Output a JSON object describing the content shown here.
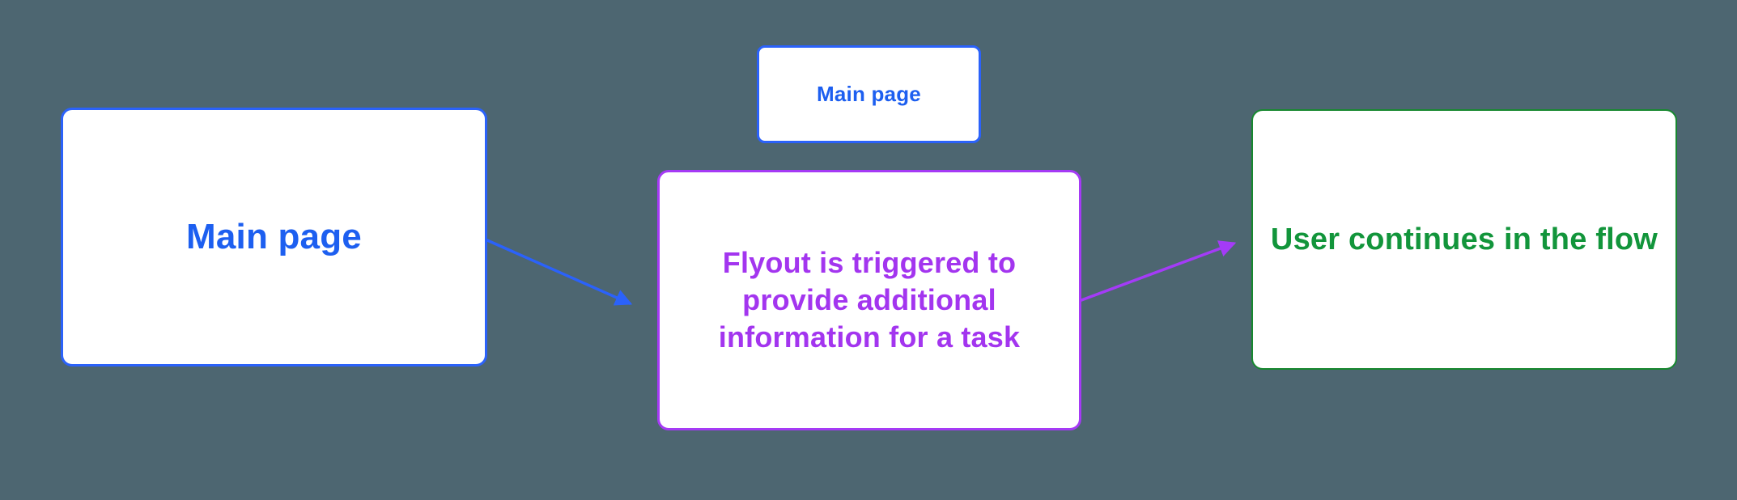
{
  "canvas": {
    "background_color": "#4d6671"
  },
  "nodes": {
    "main_page": {
      "label": "Main page",
      "text_color": "#1d5ff0",
      "border_color": "#2b62fa",
      "fill_color": "#ffffff"
    },
    "main_page_small": {
      "label": "Main page",
      "text_color": "#1d5ff0",
      "border_color": "#2b62fa",
      "fill_color": "#ffffff"
    },
    "flyout": {
      "label": "Flyout is triggered to provide additional information for a task",
      "text_color": "#a335ef",
      "border_color": "#a53af5",
      "fill_color": "#ffffff"
    },
    "user_flow": {
      "label": "User continues in the flow",
      "text_color": "#12953b",
      "border_color": "#17882f",
      "fill_color": "#ffffff"
    }
  },
  "connectors": {
    "main_to_flyout": {
      "from": "main_page",
      "to": "flyout",
      "color": "#2b62fa",
      "style": "arrow"
    },
    "flyout_to_user_flow": {
      "from": "flyout",
      "to": "user_flow",
      "color": "#a43bf7",
      "style": "arrow"
    }
  }
}
